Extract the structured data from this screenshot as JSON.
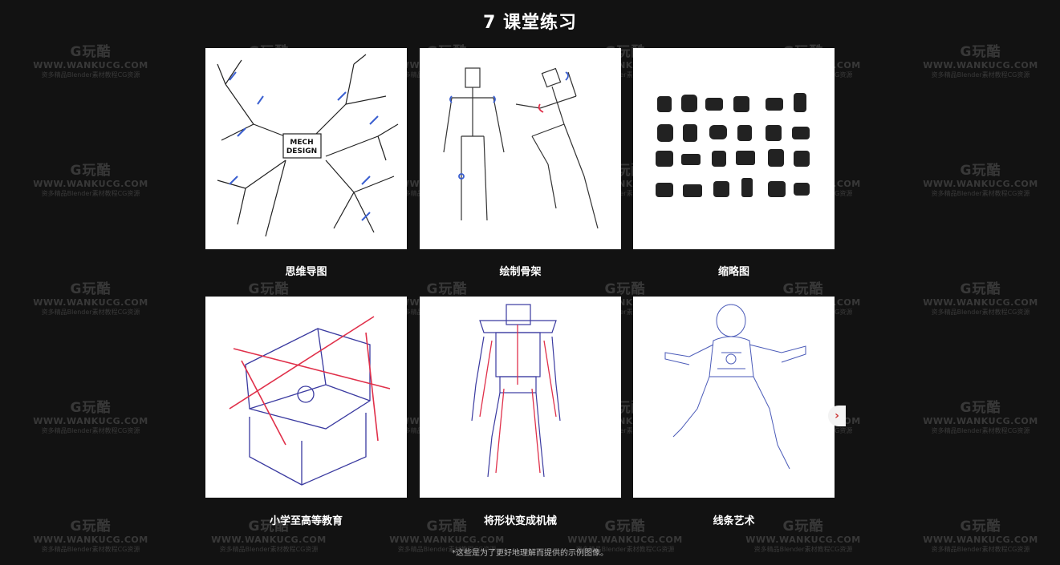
{
  "section": {
    "title": "7 课堂练习"
  },
  "cards": [
    {
      "caption": "思维导图",
      "label_line1": "MECH",
      "label_line2": "DESIGN"
    },
    {
      "caption": "绘制骨架"
    },
    {
      "caption": "缩略图"
    },
    {
      "caption": "小学至高等教育"
    },
    {
      "caption": "将形状变成机械"
    },
    {
      "caption": "线条艺术"
    }
  ],
  "watermark": {
    "logo": "G玩酷",
    "url": "WWW.WANKUCG.COM",
    "tagline": "资多精品Blender素材教程CG资源"
  },
  "carousel": {
    "next_icon": "›"
  },
  "footnote": "*这些是为了更好地理解而提供的示例图像。",
  "colors": {
    "background": "#121212",
    "sketch_blue": "#3a5fd0",
    "sketch_red": "#e0304a"
  }
}
